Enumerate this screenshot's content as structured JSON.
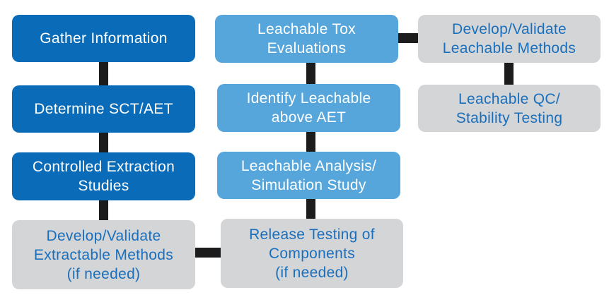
{
  "colors": {
    "dark_blue_box": "#0a6cb8",
    "light_blue_box": "#56a6dc",
    "grey_box": "#d4d5d7",
    "grey_box_text": "#1a6fbd",
    "connector": "#1c1c1c"
  },
  "column1": {
    "gather": "Gather Information",
    "determine": "Determine SCT/AET",
    "controlled": "Controlled Extraction\nStudies",
    "develop_extractable": "Develop/Validate\nExtractable Methods\n(if needed)"
  },
  "column2": {
    "tox": "Leachable Tox\nEvaluations",
    "identify": "Identify Leachable\nabove AET",
    "analysis": "Leachable Analysis/\nSimulation Study",
    "release": "Release Testing of\nComponents\n(if needed)"
  },
  "column3": {
    "develop_leachable": "Develop/Validate\nLeachable Methods",
    "qc": "Leachable QC/\nStability Testing"
  }
}
